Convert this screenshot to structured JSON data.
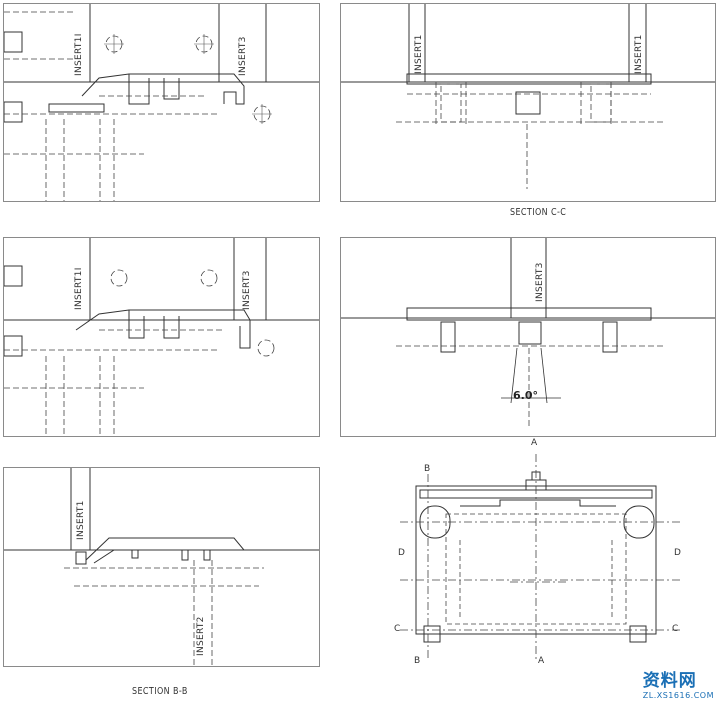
{
  "labels": {
    "insert1": "INSERT1",
    "insert1_i": "INSERT1I",
    "insert2": "INSERT2",
    "insert3": "INSERT3"
  },
  "sections": {
    "cc": "SECTION  C-C",
    "bb": "SECTION  B-B"
  },
  "dimension": {
    "angle": "6.0°"
  },
  "section_marks": {
    "a": "A",
    "b": "B",
    "c": "C",
    "d": "D"
  },
  "watermark": {
    "main": "资料网",
    "sub": "ZL.XS1616.COM"
  }
}
